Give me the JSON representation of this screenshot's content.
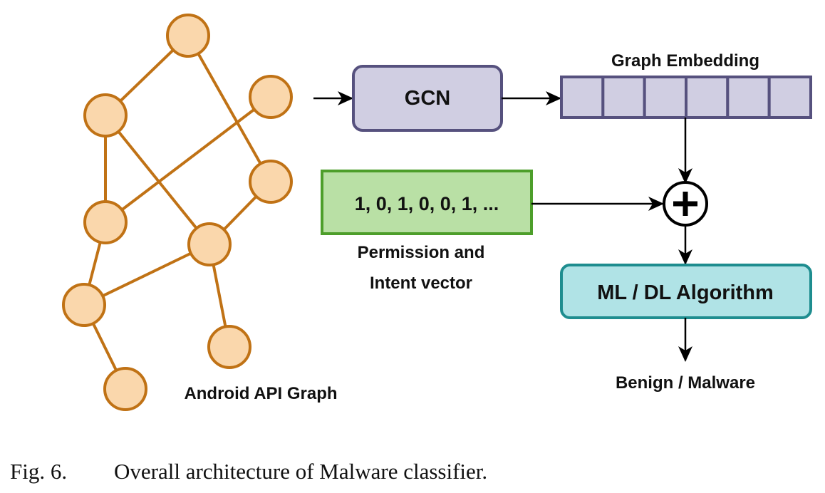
{
  "graph": {
    "label": "Android API Graph",
    "node_fill": "#fad7ac",
    "node_stroke": "#c07215"
  },
  "gcn": {
    "label": "GCN",
    "fill": "#d0cee2",
    "stroke": "#56517e"
  },
  "embedding": {
    "label": "Graph Embedding",
    "cell_count": 6,
    "fill": "#d0cee2",
    "stroke": "#56517e"
  },
  "vector": {
    "text": "1, 0, 1, 0, 0, 1, ...",
    "label_line1": "Permission and",
    "label_line2": "Intent vector",
    "fill": "#b9e0a5",
    "stroke": "#4d9e2a"
  },
  "combine": {
    "symbol": "+"
  },
  "algorithm": {
    "label": "ML / DL Algorithm",
    "fill": "#b0e3e6",
    "stroke": "#1e8d8f"
  },
  "output": {
    "label": "Benign / Malware"
  },
  "caption": {
    "figure": "Fig. 6.",
    "text": "Overall architecture of Malware classifier."
  }
}
